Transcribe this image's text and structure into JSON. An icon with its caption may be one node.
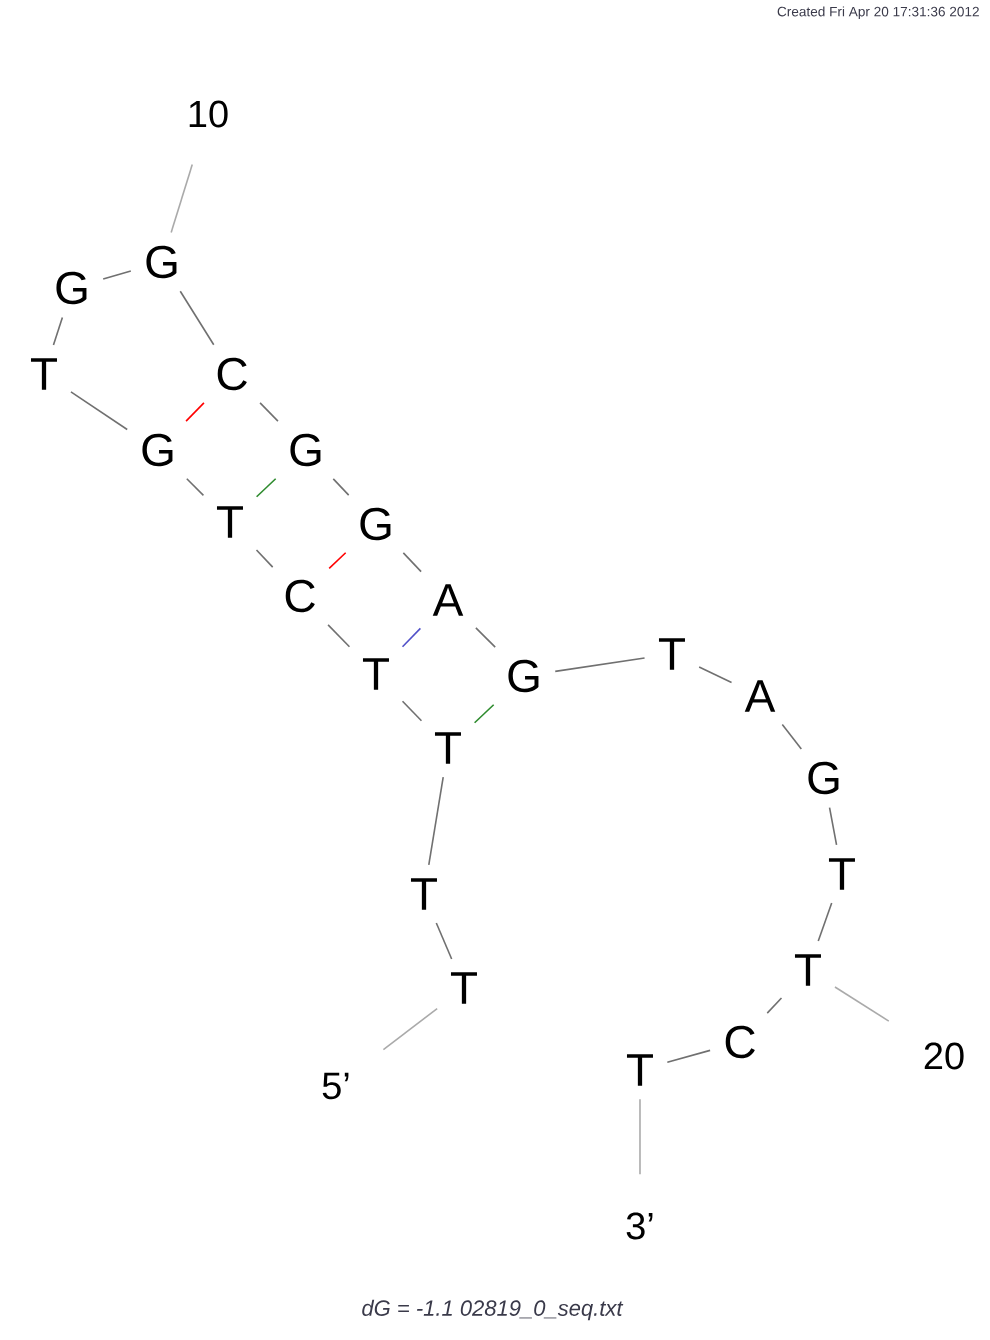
{
  "diagram": {
    "caption": "dG = -1.1 02819_0_seq.txt",
    "nodes": [
      {
        "text": [
          "T"
        ]
      },
      {
        "text": [
          "T"
        ]
      },
      {
        "text": [
          "T"
        ]
      },
      {
        "text": [
          "T"
        ]
      },
      {
        "text": [
          "C"
        ]
      },
      {
        "text": [
          "T"
        ]
      },
      {
        "text": [
          "G"
        ]
      },
      {
        "text": [
          "T"
        ]
      },
      {
        "text": [
          "G"
        ]
      },
      {
        "text": [
          "G"
        ]
      },
      {
        "text": [
          "C"
        ]
      },
      {
        "text": [
          "G"
        ]
      },
      {
        "text": [
          "G"
        ]
      },
      {
        "text": [
          "A"
        ]
      },
      {
        "text": [
          "G"
        ]
      },
      {
        "text": [
          "T"
        ]
      },
      {
        "text": [
          "A"
        ]
      },
      {
        "text": [
          "G"
        ]
      },
      {
        "text": [
          "T"
        ]
      },
      {
        "text": [
          "T"
        ]
      },
      {
        "text": [
          "C"
        ]
      },
      {
        "text": [
          "T"
        ]
      },
      {
        "text": [
          "5’"
        ]
      },
      {
        "text": [
          "3’"
        ]
      },
      {
        "text": [
          "10"
        ]
      },
      {
        "text": [
          "20"
        ]
      }
    ],
    "edges": [
      {
        "from": 0,
        "to": 1,
        "arrow": "none"
      },
      {
        "from": 1,
        "to": 2,
        "arrow": "none"
      },
      {
        "from": 2,
        "to": 3,
        "arrow": "none"
      },
      {
        "from": 3,
        "to": 4,
        "arrow": "none"
      },
      {
        "from": 4,
        "to": 5,
        "arrow": "none"
      },
      {
        "from": 5,
        "to": 6,
        "arrow": "none"
      },
      {
        "from": 6,
        "to": 7,
        "arrow": "none"
      },
      {
        "from": 7,
        "to": 8,
        "arrow": "none"
      },
      {
        "from": 8,
        "to": 9,
        "arrow": "none"
      },
      {
        "from": 9,
        "to": 10,
        "arrow": "none"
      },
      {
        "from": 10,
        "to": 11,
        "arrow": "none"
      },
      {
        "from": 11,
        "to": 12,
        "arrow": "none"
      },
      {
        "from": 12,
        "to": 13,
        "arrow": "none"
      },
      {
        "from": 13,
        "to": 14,
        "arrow": "none"
      },
      {
        "from": 14,
        "to": 15,
        "arrow": "none"
      },
      {
        "from": 15,
        "to": 16,
        "arrow": "none"
      },
      {
        "from": 16,
        "to": 17,
        "arrow": "none"
      },
      {
        "from": 17,
        "to": 18,
        "arrow": "none"
      },
      {
        "from": 18,
        "to": 19,
        "arrow": "none"
      },
      {
        "from": 19,
        "to": 20,
        "arrow": "none"
      },
      {
        "from": 20,
        "to": 21,
        "arrow": "none"
      },
      {
        "from": 6,
        "to": 10,
        "arrow": "none",
        "color": "#ff0000"
      },
      {
        "from": 5,
        "to": 11,
        "arrow": "none",
        "color": "#2e8b2e"
      },
      {
        "from": 4,
        "to": 12,
        "arrow": "none",
        "color": "#ff0000"
      },
      {
        "from": 3,
        "to": 13,
        "arrow": "none",
        "color": "#5050c8"
      },
      {
        "from": 2,
        "to": 14,
        "arrow": "none",
        "color": "#2e8b2e"
      },
      {
        "from": 22,
        "to": 0,
        "arrow": "none",
        "color": "#aaaaaa"
      },
      {
        "from": 23,
        "to": 21,
        "arrow": "none",
        "color": "#aaaaaa"
      },
      {
        "from": 24,
        "to": 9,
        "arrow": "none",
        "color": "#aaaaaa"
      },
      {
        "from": 25,
        "to": 19,
        "arrow": "none",
        "color": "#aaaaaa"
      }
    ],
    "labels": [
      "Created Fri Apr 20 17:31:36 2012"
    ]
  }
}
